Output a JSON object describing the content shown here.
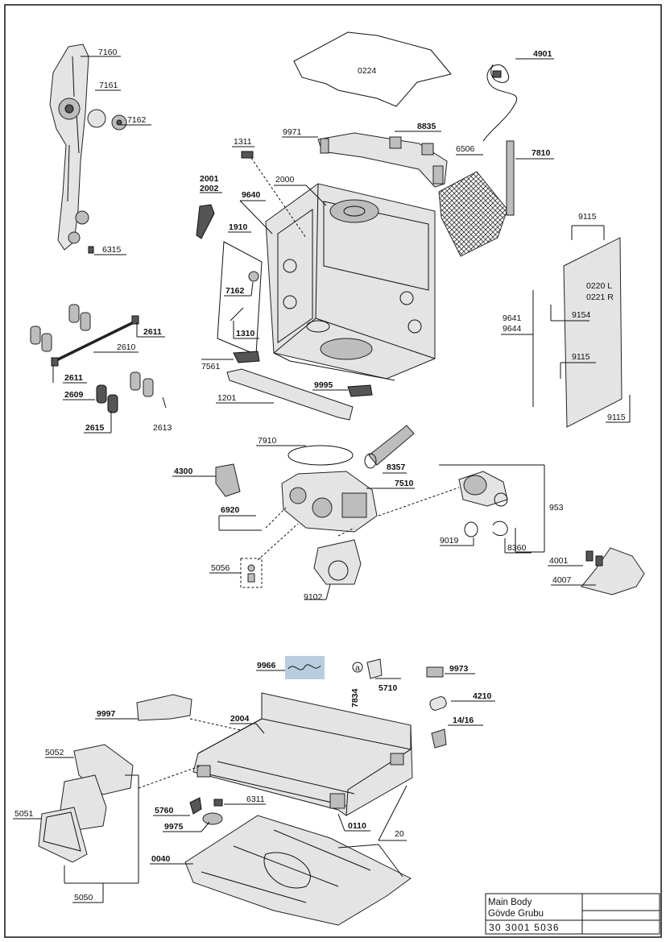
{
  "parts": {
    "p7160": "7160",
    "p7161": "7161",
    "p7162a": "7162",
    "p6315": "6315",
    "p0224": "0224",
    "p4901": "4901",
    "p9971": "9971",
    "p8835": "8835",
    "p6506": "6506",
    "p7810": "7810",
    "p1311": "1311",
    "p2000": "2000",
    "p2001": "2001",
    "p2002": "2002",
    "p9640": "9640",
    "p1910": "1910",
    "p7162b": "7162",
    "p1310": "1310",
    "p7561": "7561",
    "p9995": "9995",
    "p1201": "1201",
    "p2611a": "2611",
    "p2610": "2610",
    "p2611b": "2611",
    "p2609": "2609",
    "p2615": "2615",
    "p2613": "2613",
    "p9115a": "9115",
    "p0220": "0220 L",
    "p0221": "0221 R",
    "p9641": "9641",
    "p9644": "9644",
    "p9154": "9154",
    "p9115b": "9115",
    "p9115c": "9115",
    "p7910": "7910",
    "p8357": "8357",
    "p4300": "4300",
    "p7510": "7510",
    "p6920": "6920",
    "p953": "953",
    "p9019": "9019",
    "p8360": "8360",
    "p5056": "5056",
    "p9102": "9102",
    "p4001": "4001",
    "p4007": "4007",
    "p9966": "9966",
    "p7834": "7834",
    "pa": "a",
    "p5710": "5710",
    "p9973": "9973",
    "p4210": "4210",
    "p1416": "14/16",
    "p9997": "9997",
    "p2004": "2004",
    "p5052": "5052",
    "p5051": "5051",
    "p5760": "5760",
    "p6311": "6311",
    "p9975": "9975",
    "p0110": "0110",
    "p20": "20",
    "p0040": "0040",
    "p5050": "5050"
  },
  "title_block": {
    "title_en": "Main Body",
    "title_tr": "Gövde Grubu",
    "drawing_number": "30 3001 5036"
  },
  "colors": {
    "line": "#111111",
    "part_fill": "#e4e4e4",
    "highlight": "#b8cde0"
  }
}
